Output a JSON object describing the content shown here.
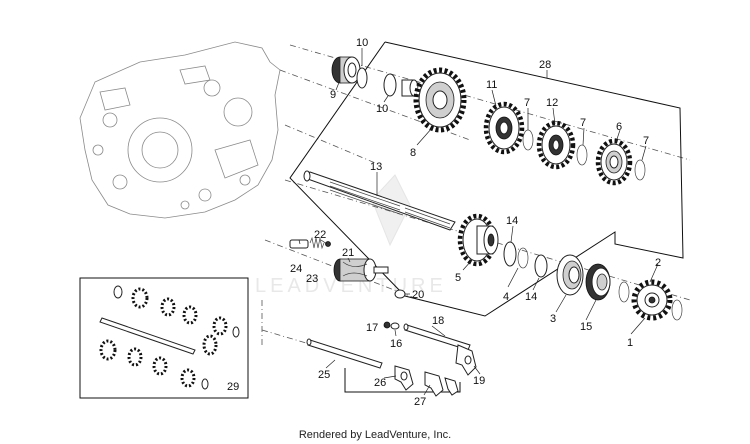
{
  "diagram": {
    "callouts": [
      "1",
      "2",
      "3",
      "4",
      "5",
      "6",
      "7",
      "7",
      "7",
      "8",
      "9",
      "10",
      "10",
      "11",
      "12",
      "13",
      "14",
      "14",
      "15",
      "16",
      "17",
      "18",
      "19",
      "20",
      "21",
      "22",
      "23",
      "24",
      "25",
      "26",
      "27",
      "28",
      "29"
    ]
  },
  "watermark": "LEADVENTURE",
  "footer": "Rendered by LeadVenture, Inc."
}
